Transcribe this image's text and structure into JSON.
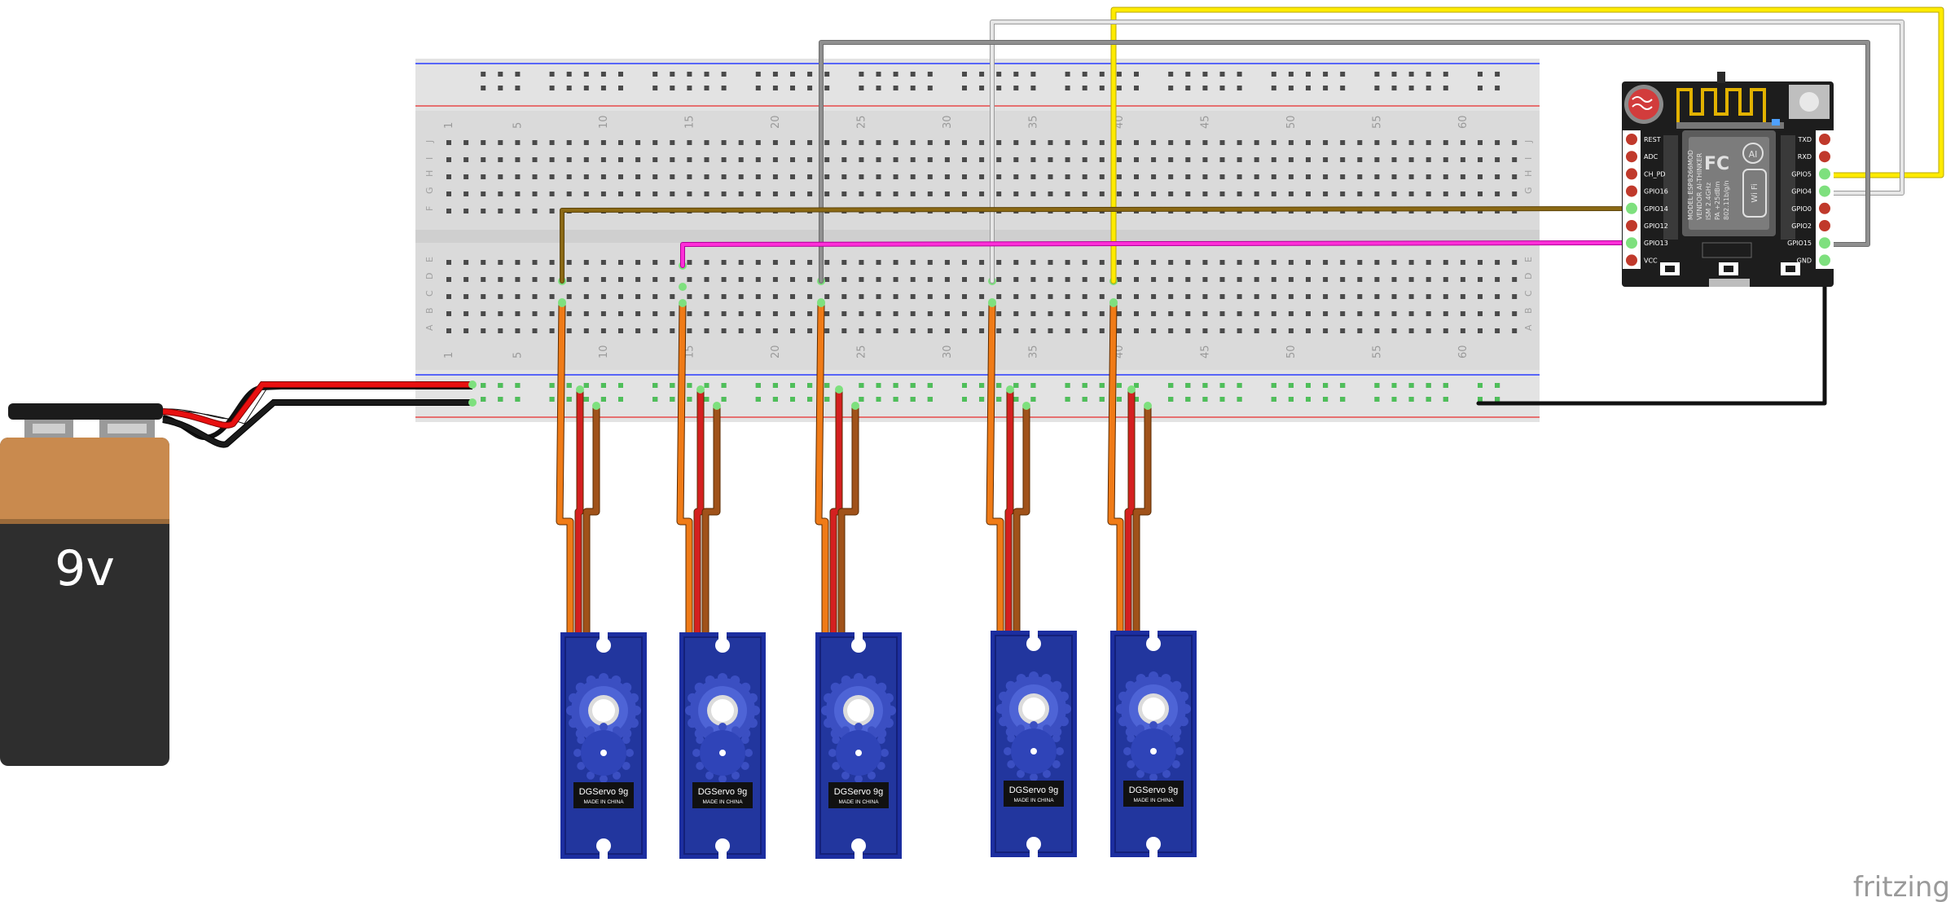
{
  "battery": {
    "label": "9v"
  },
  "breadboard": {
    "column_numbers": [
      "1",
      "5",
      "10",
      "15",
      "20",
      "25",
      "30",
      "35",
      "40",
      "45",
      "50",
      "55",
      "60"
    ],
    "row_letters_top": [
      "J",
      "I",
      "H",
      "G",
      "F"
    ],
    "row_letters_bottom": [
      "E",
      "D",
      "C",
      "B",
      "A"
    ]
  },
  "module": {
    "left_pins": [
      "REST",
      "ADC",
      "CH_PD",
      "GPIO16",
      "GPIO14",
      "GPIO12",
      "GPIO13",
      "VCC"
    ],
    "right_pins": [
      "TXD",
      "RXD",
      "GPIO5",
      "GPIO4",
      "GPIO0",
      "GPIO2",
      "GPIO15",
      "GND"
    ],
    "vendor_text": [
      "MODEL ESP8266MOD",
      "VENDOR AI-THINKER",
      "ISM 2.4GHz",
      "PA +25dBm",
      "802.11b/g/n"
    ],
    "fc_label": "FC",
    "ai_label": "AI",
    "wifi_label": "Wi Fi"
  },
  "servos": [
    {
      "name": "DGServo 9g",
      "sub": "MADE IN CHINA"
    },
    {
      "name": "DGServo 9g",
      "sub": "MADE IN CHINA"
    },
    {
      "name": "DGServo 9g",
      "sub": "MADE IN CHINA"
    },
    {
      "name": "DGServo 9g",
      "sub": "MADE IN CHINA"
    },
    {
      "name": "DGServo 9g",
      "sub": "MADE IN CHINA"
    }
  ],
  "watermark": "fritzing",
  "colors": {
    "wire_brown": "#8b6914",
    "wire_pink": "#ff2fd8",
    "wire_gray": "#8c8c8c",
    "wire_silver": "#d2d2d2",
    "wire_yellow": "#ffeb00",
    "wire_black": "#1a1a1a",
    "wire_red": "#e81010",
    "servo_orange": "#f07b17",
    "servo_red": "#d42020",
    "servo_brown": "#a0521a",
    "servo_body": "#1c2ea0",
    "board_black": "#1d1d1d"
  }
}
